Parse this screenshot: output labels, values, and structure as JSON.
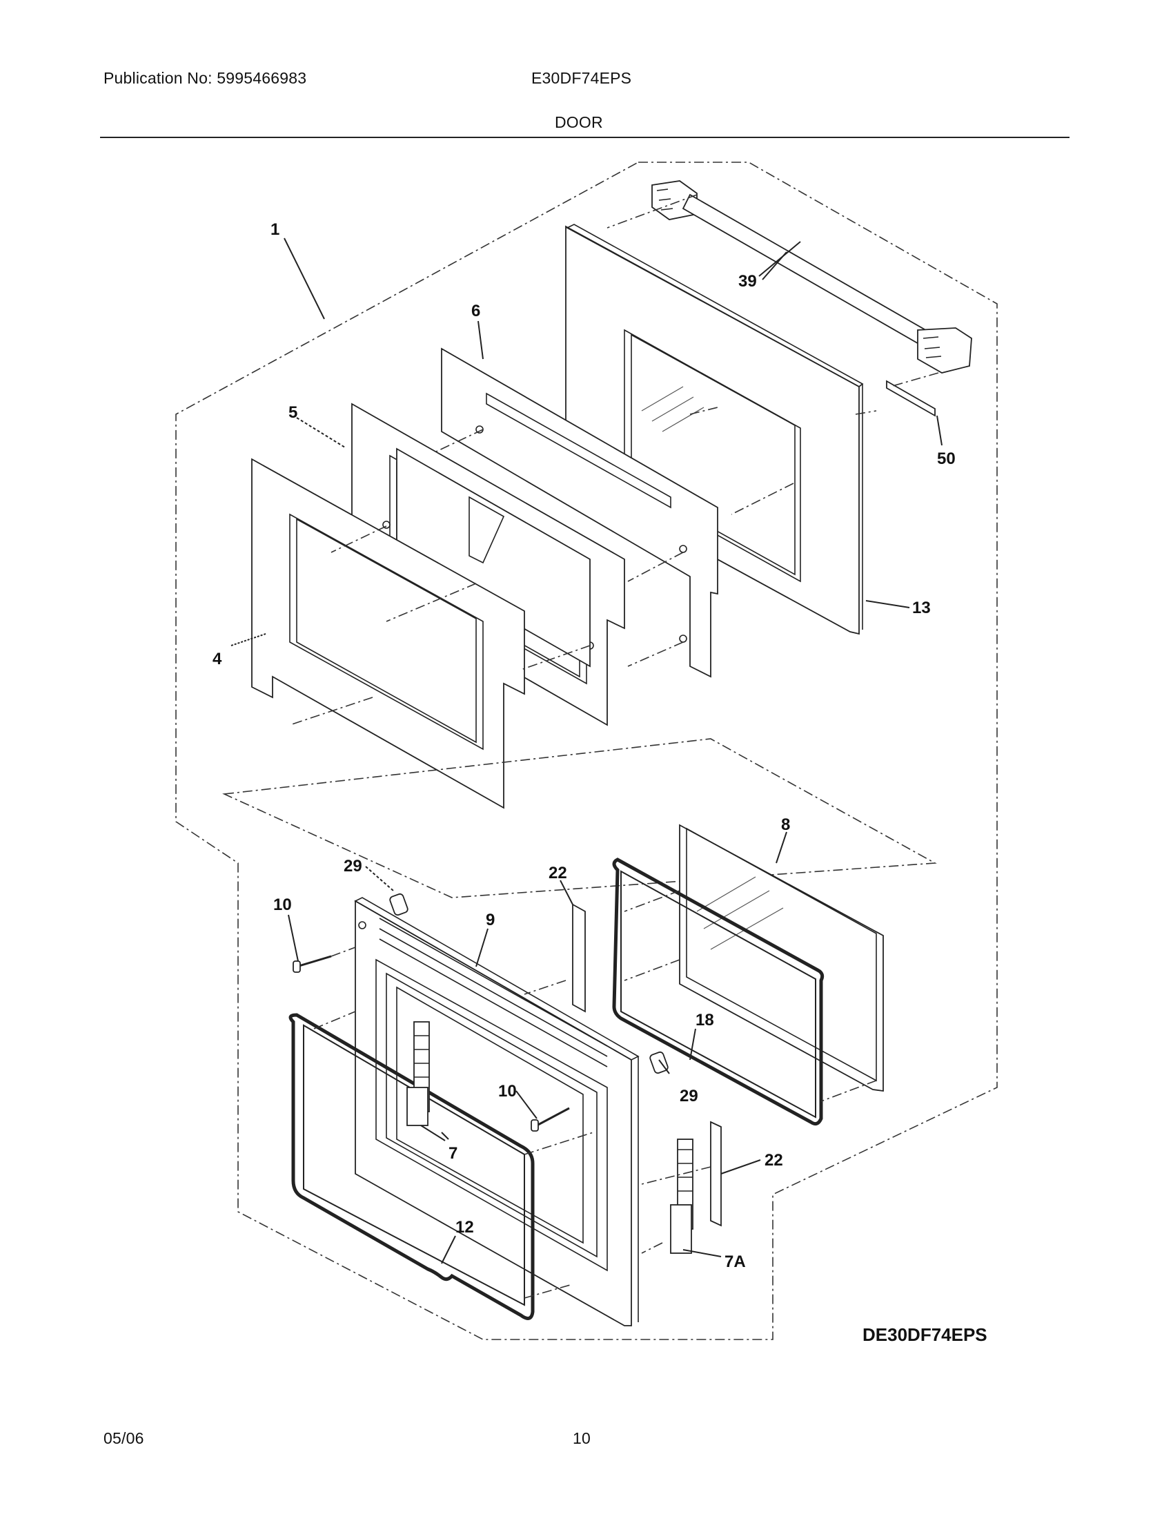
{
  "header": {
    "publication": "Publication No: 5995466983",
    "model": "E30DF74EPS",
    "section": "DOOR"
  },
  "footer": {
    "date": "05/06",
    "page": "10"
  },
  "diagram": {
    "code": "DE30DF74EPS",
    "callouts": {
      "c1": "1",
      "c39": "39",
      "c6": "6",
      "c5": "5",
      "c50": "50",
      "c13": "13",
      "c4": "4",
      "c8": "8",
      "c29a": "29",
      "c22a": "22",
      "c10a": "10",
      "c9": "9",
      "c18": "18",
      "c10b": "10",
      "c29b": "29",
      "c7": "7",
      "c22b": "22",
      "c12": "12",
      "c7a": "7A"
    }
  }
}
